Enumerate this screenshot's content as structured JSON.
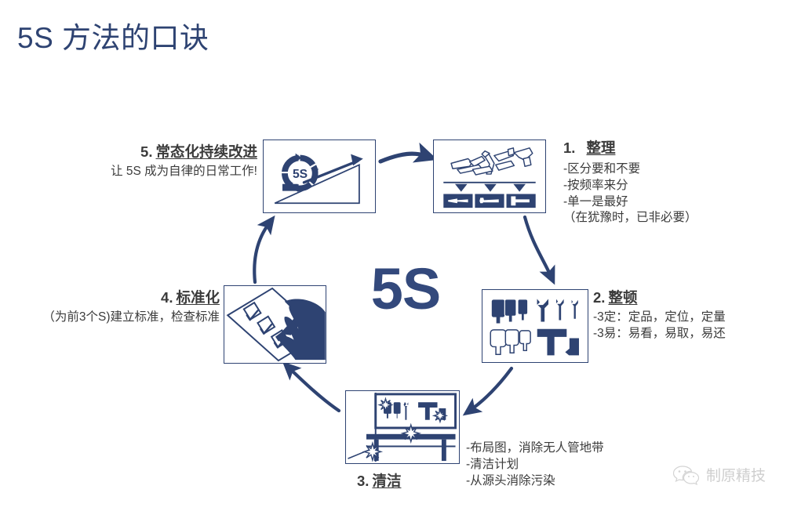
{
  "page": {
    "title": "5S 方法的口诀",
    "center_label": "5S",
    "accent_color": "#2e4372",
    "text_color": "#3b3b3b",
    "background": "#ffffff"
  },
  "sections": [
    {
      "id": "sort",
      "number": "1.",
      "term": "整理",
      "icon_name": "scattered-tools-sorted-into-bins-icon",
      "lines": [
        "-区分要和不要",
        "-按频率来分",
        "-单一是最好",
        "（在犹豫时，已非必要）"
      ]
    },
    {
      "id": "set-in-order",
      "number": "2.",
      "term": "整顿",
      "icon_name": "tool-shadow-board-icon",
      "lines": [
        "-3定：定品，定位，定量",
        "-3易：易看，易取，易还"
      ]
    },
    {
      "id": "shine",
      "number": "3.",
      "term": "清洁",
      "icon_name": "clean-workbench-sparkle-icon",
      "lines": [
        "-布局图，消除无人管地带",
        "-清洁计划",
        "-从源头消除污染"
      ]
    },
    {
      "id": "standardize",
      "number": "4.",
      "term": "标准化",
      "icon_name": "hand-checklist-pen-icon",
      "lines": [
        "（为前3个S)建立标准，检查标准"
      ]
    },
    {
      "id": "sustain",
      "number": "5.",
      "term": "常态化持续改进",
      "icon_name": "5s-cycle-on-incline-icon",
      "lines": [
        "让 5S 成为自律的日常工作!"
      ]
    }
  ],
  "watermark": {
    "icon_name": "wechat-icon",
    "text": "制原精技"
  }
}
